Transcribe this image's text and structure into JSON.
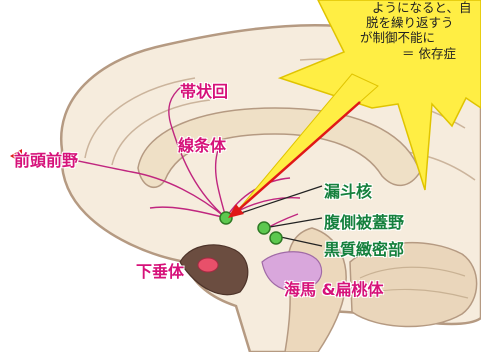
{
  "colors": {
    "brain_fill": "#f6ecdd",
    "brain_stroke": "#b59a82",
    "pathway": "#c0267f",
    "arrow": "#e01818",
    "node": "#5cc84f",
    "callout_fill": "#ffee44",
    "label_pink": "#d6127a",
    "label_green": "#15803d"
  },
  "labels": {
    "cingulate": "帯状回",
    "striatum": "線条体",
    "prefrontal": "前頭前野",
    "infundibular_nucleus": "漏斗核",
    "vta": "腹側被蓋野",
    "substantia_nigra": "黒質緻密部",
    "pituitary": "下垂体",
    "hippocampus_amygdala": "海馬 &扁桃体"
  },
  "callout": {
    "line1": "ようになると、自",
    "line2": "脱を繰り返すう",
    "line3": "が制御不能に",
    "line4": "＝ 依存症"
  }
}
